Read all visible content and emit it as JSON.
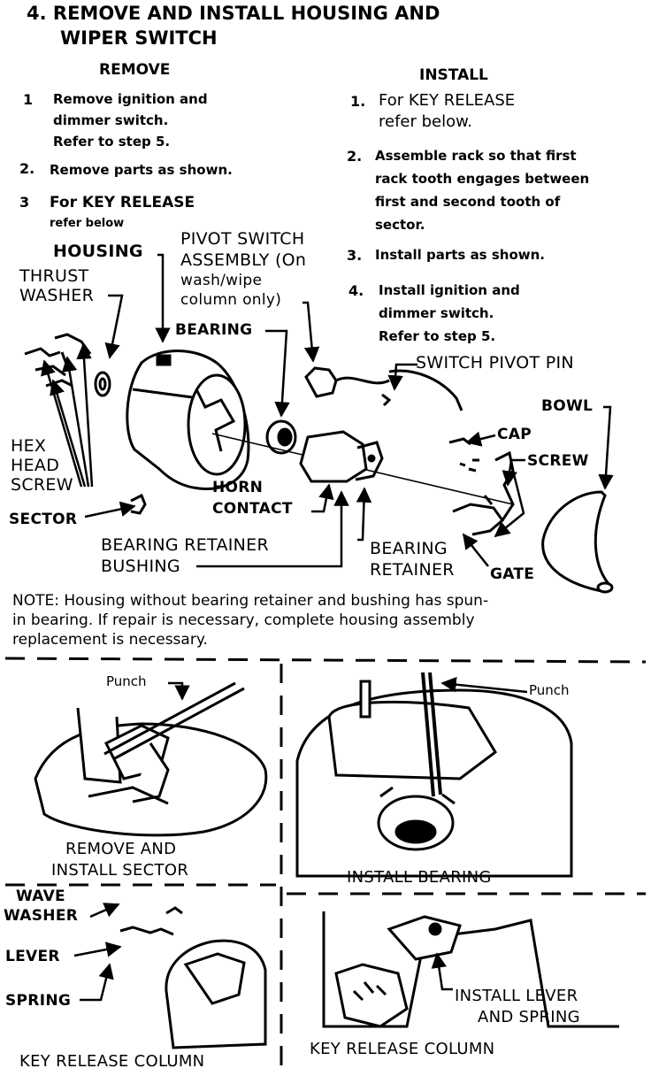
{
  "title": {
    "line1": "4. REMOVE AND INSTALL HOUSING AND",
    "line2": "WIPER SWITCH"
  },
  "remove": {
    "heading": "REMOVE",
    "s1_num": "1",
    "s1_l1": "Remove ignition and",
    "s1_l2": "dimmer switch.",
    "s1_l3": "Refer to step 5.",
    "s2_num": "2.",
    "s2_l1": "Remove parts as shown.",
    "s3_num": "3",
    "s3_l1": "For KEY RELEASE",
    "s3_l2": "refer below"
  },
  "install": {
    "heading": "INSTALL",
    "s1_num": "1.",
    "s1_l1": "For KEY RELEASE",
    "s1_l2": "refer below.",
    "s2_num": "2.",
    "s2_l1": "Assemble rack so that first",
    "s2_l2": "rack tooth engages between",
    "s2_l3": "first and second tooth of",
    "s2_l4": "sector.",
    "s3_num": "3.",
    "s3_l1": "Install parts as shown.",
    "s4_num": "4.",
    "s4_l1": "Install ignition and",
    "s4_l2": "dimmer switch.",
    "s4_l3": "Refer to step 5."
  },
  "labels": {
    "housing": "HOUSING",
    "pivot_l1": "PIVOT SWITCH",
    "pivot_l2": "ASSEMBLY (On",
    "pivot_l3": "wash/wipe",
    "pivot_l4": "column only)",
    "thrust_l1": "THRUST",
    "thrust_l2": "WASHER",
    "bearing": "BEARING",
    "switch_pivot_pin": "SWITCH PIVOT PIN",
    "bowl": "BOWL",
    "hex_l1": "HEX",
    "hex_l2": "HEAD",
    "hex_l3": "SCREW",
    "cap": "CAP",
    "screw": "SCREW",
    "horn_l1": "HORN",
    "horn_l2": "CONTACT",
    "sector": "SECTOR",
    "brb_l1": "BEARING RETAINER",
    "brb_l2": "BUSHING",
    "br_l1": "BEARING",
    "br_l2": "RETAINER",
    "gate": "GATE"
  },
  "note": {
    "l1": "NOTE: Housing without bearing retainer and bushing has spun-",
    "l2": "in bearing. If repair is necessary, complete housing assembly",
    "l3": "replacement is necessary."
  },
  "panels": {
    "punch_left": "Punch",
    "punch_right": "Punch",
    "remove_sector_l1": "REMOVE AND",
    "remove_sector_l2": "INSTALL SECTOR",
    "install_bearing": "INSTALL BEARING",
    "wave_l1": "WAVE",
    "wave_l2": "WASHER",
    "lever": "LEVER",
    "spring": "SPRING",
    "krc_left": "KEY RELEASE COLUMN",
    "krc_right": "KEY RELEASE COLUMN",
    "ils_l1": "INSTALL LEVER",
    "ils_l2": "AND SPRING"
  }
}
